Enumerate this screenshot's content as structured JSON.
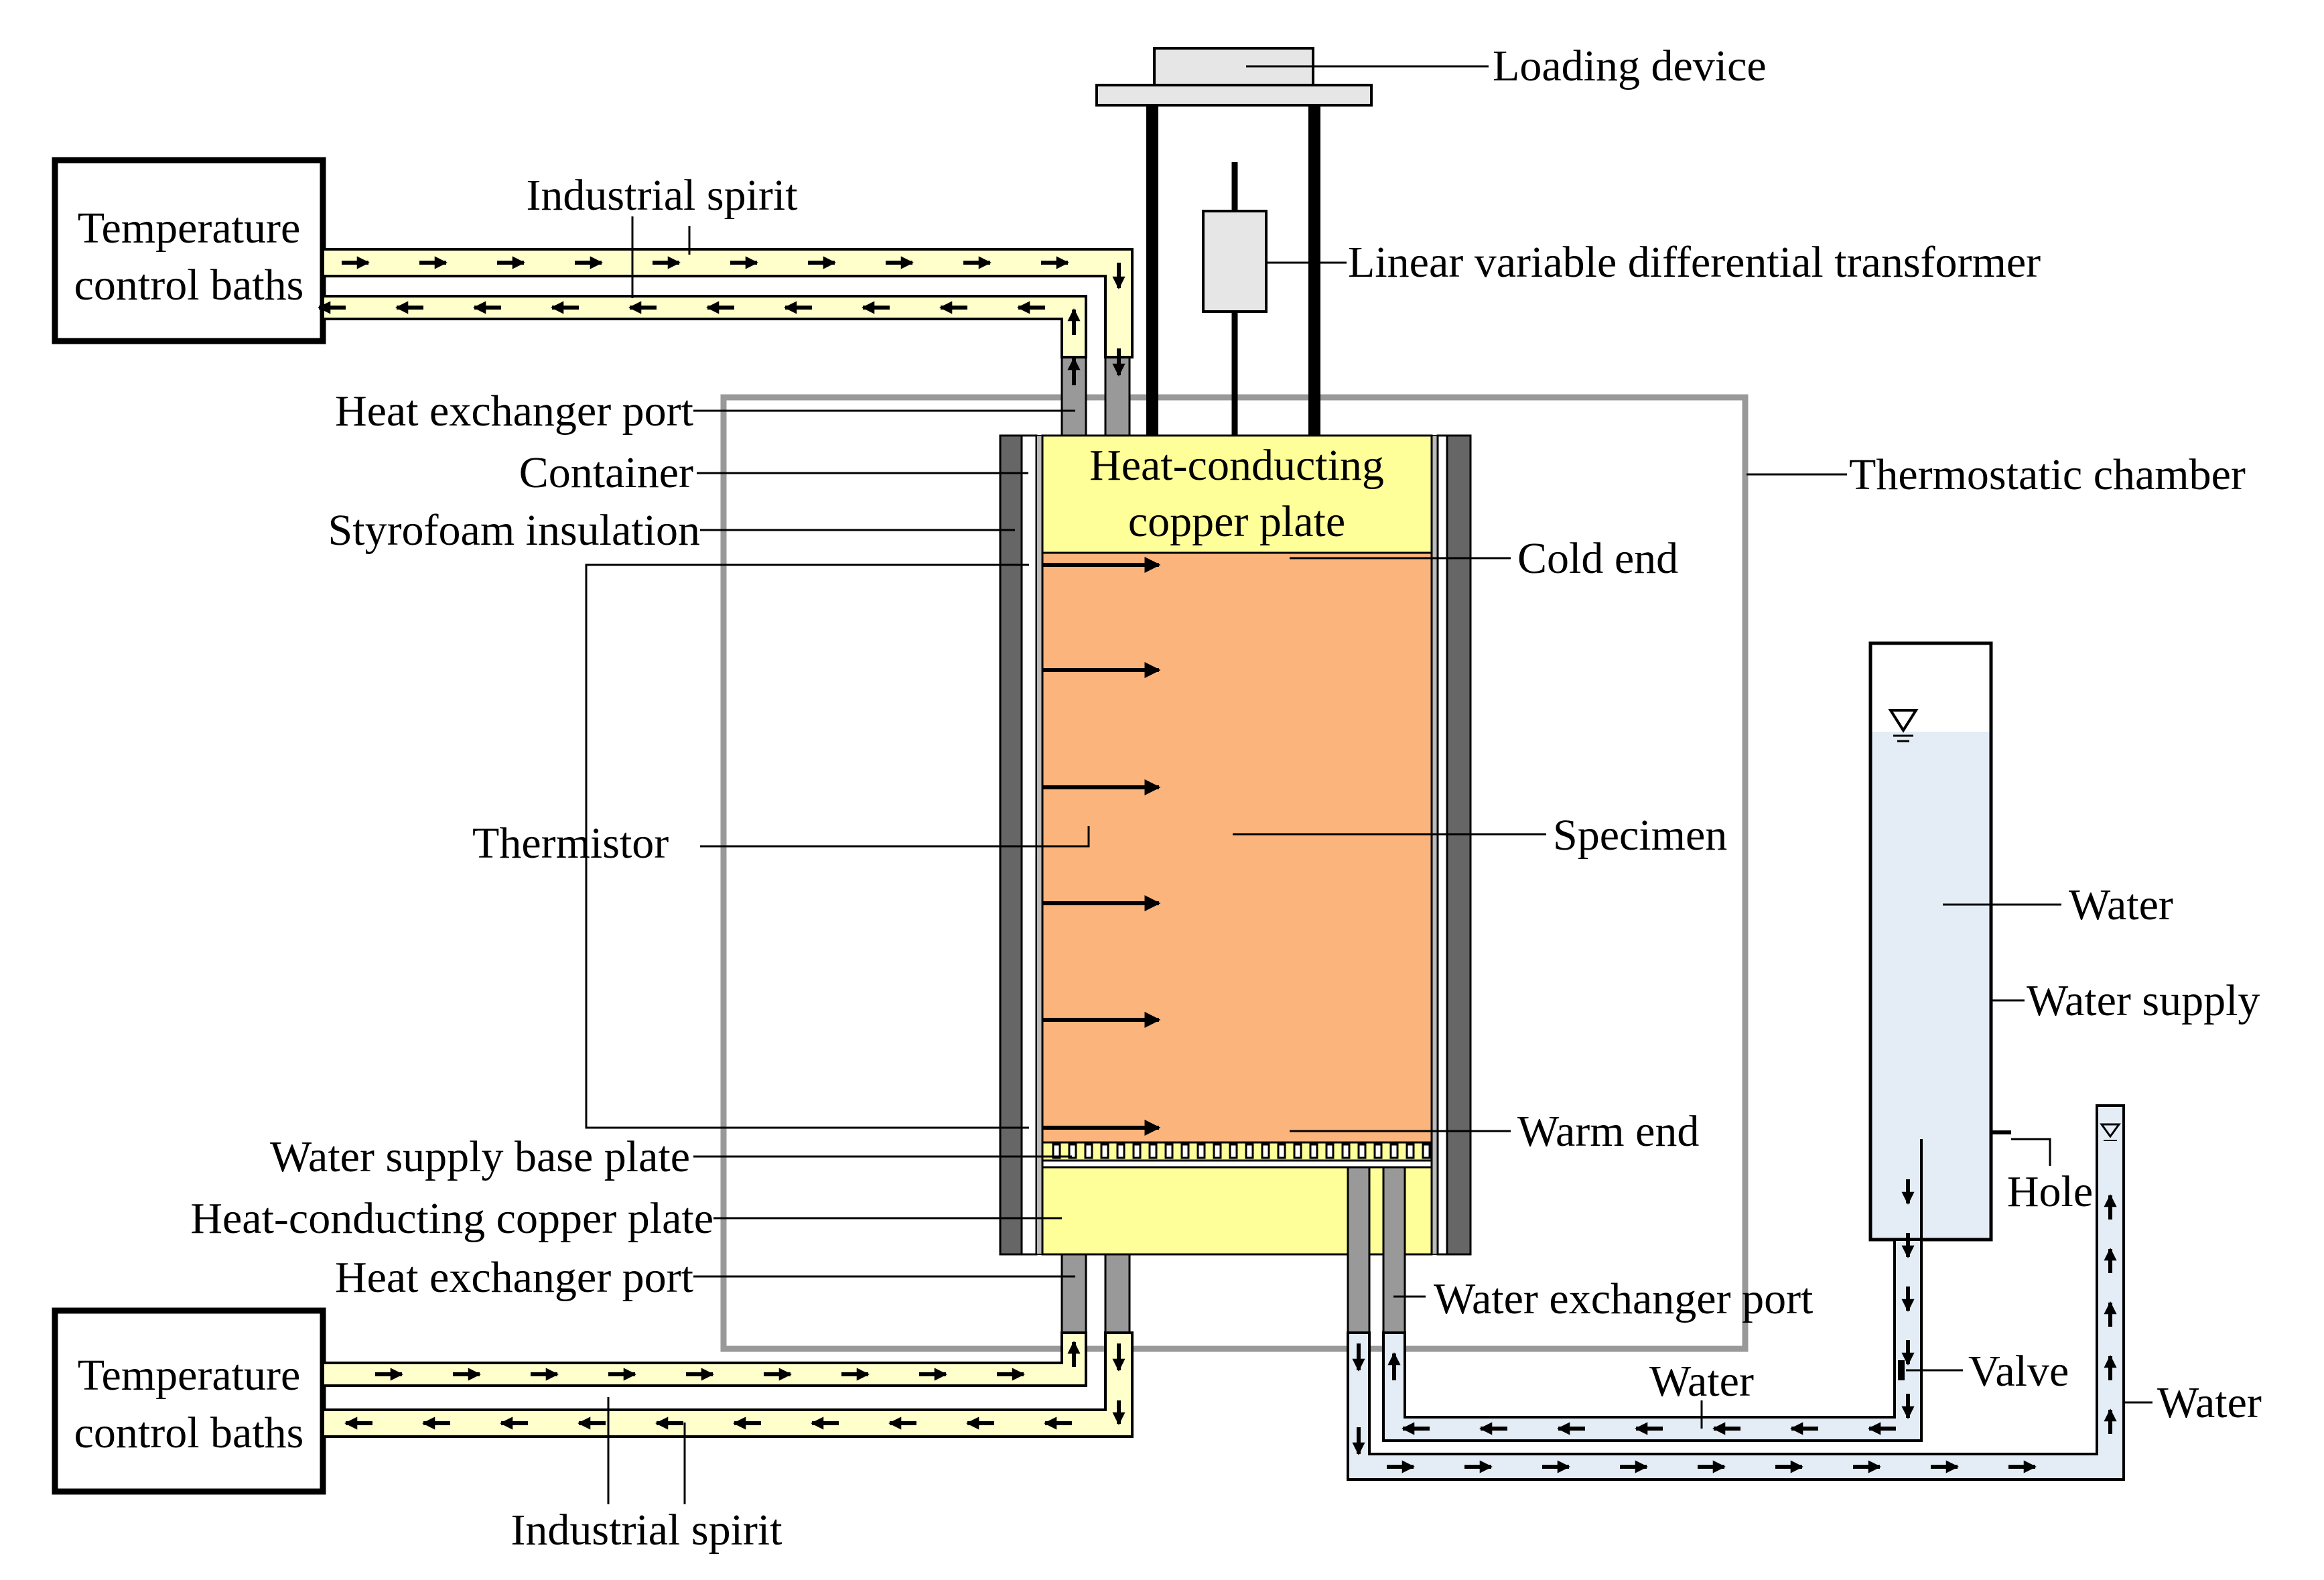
{
  "labels": {
    "loading_device": "Loading device",
    "lvdt": "Linear variable differential transformer",
    "temp_bath_top_line1": "Temperature",
    "temp_bath_top_line2": "control baths",
    "industrial_spirit_top": "Industrial spirit",
    "heat_exchanger_port_top": "Heat exchanger port",
    "container": "Container",
    "styrofoam": "Styrofoam insulation",
    "top_plate_line1": "Heat-conducting",
    "top_plate_line2": "copper plate",
    "cold_end": "Cold end",
    "thermostatic_chamber": "Thermostatic chamber",
    "thermistor": "Thermistor",
    "specimen": "Specimen",
    "water_tank": "Water",
    "water_supply": "Water supply",
    "warm_end": "Warm end",
    "base_plate": "Water supply base plate",
    "bottom_plate": "Heat-conducting copper plate",
    "heat_exchanger_port_bottom": "Heat exchanger port",
    "hole": "Hole",
    "water_exchanger_port": "Water exchanger port",
    "valve": "Valve",
    "water_pipe_middle": "Water",
    "water_pipe_right": "Water",
    "temp_bath_bottom_line1": "Temperature",
    "temp_bath_bottom_line2": "control baths",
    "industrial_spirit_bottom": "Industrial spirit"
  },
  "colors": {
    "specimen": "#FBB47C",
    "copper_plate": "#FFFF99",
    "spirit_pipe": "#FFFFCC",
    "water_pipe": "#E4EDF5",
    "water": "#E4EDF5",
    "container_wall": "#666666",
    "chamber": "#999999",
    "port": "#999999",
    "loading_device": "#E6E6E6"
  }
}
